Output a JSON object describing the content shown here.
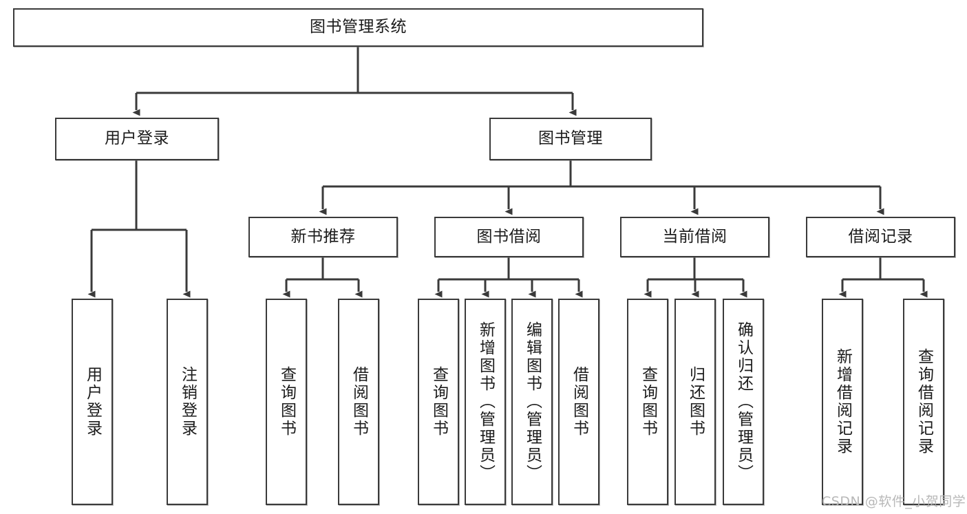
{
  "diagram": {
    "title": "图书管理系统",
    "type": "hierarchical-tree",
    "colors": {
      "line": "#3a3a3a",
      "box_border": "#3a3a3a",
      "box_fill": "#ffffff",
      "text": "#1b1b1b",
      "background": "#ffffff",
      "watermark": "#b8b8b8"
    },
    "root": {
      "id": "root",
      "label": "图书管理系统"
    },
    "level2": [
      {
        "id": "user-login",
        "label": "用户登录"
      },
      {
        "id": "book-manage",
        "label": "图书管理"
      }
    ],
    "level3": [
      {
        "id": "new-book-recommend",
        "label": "新书推荐",
        "parent": "book-manage"
      },
      {
        "id": "book-borrow",
        "label": "图书借阅",
        "parent": "book-manage"
      },
      {
        "id": "current-borrow",
        "label": "当前借阅",
        "parent": "book-manage"
      },
      {
        "id": "borrow-record",
        "label": "借阅记录",
        "parent": "book-manage"
      }
    ],
    "leaves": {
      "user-login": [
        {
          "id": "leaf-user-login",
          "label": "用户登录"
        },
        {
          "id": "leaf-user-logout",
          "label": "注销登录"
        }
      ],
      "new-book-recommend": [
        {
          "id": "leaf-query-book-1",
          "label": "查询图书"
        },
        {
          "id": "leaf-borrow-book-1",
          "label": "借阅图书"
        }
      ],
      "book-borrow": [
        {
          "id": "leaf-query-book-2",
          "label": "查询图书"
        },
        {
          "id": "leaf-add-book",
          "label": "新增图书（管理员）"
        },
        {
          "id": "leaf-edit-book",
          "label": "编辑图书（管理员）"
        },
        {
          "id": "leaf-borrow-book-2",
          "label": "借阅图书"
        }
      ],
      "current-borrow": [
        {
          "id": "leaf-query-book-3",
          "label": "查询图书"
        },
        {
          "id": "leaf-return-book",
          "label": "归还图书"
        },
        {
          "id": "leaf-confirm-return",
          "label": "确认归还（管理员）"
        }
      ],
      "borrow-record": [
        {
          "id": "leaf-add-record",
          "label": "新增借阅记录"
        },
        {
          "id": "leaf-query-record",
          "label": "查询借阅记录"
        }
      ]
    }
  },
  "watermark": {
    "text": "CSDN @软件_小贺同学"
  }
}
